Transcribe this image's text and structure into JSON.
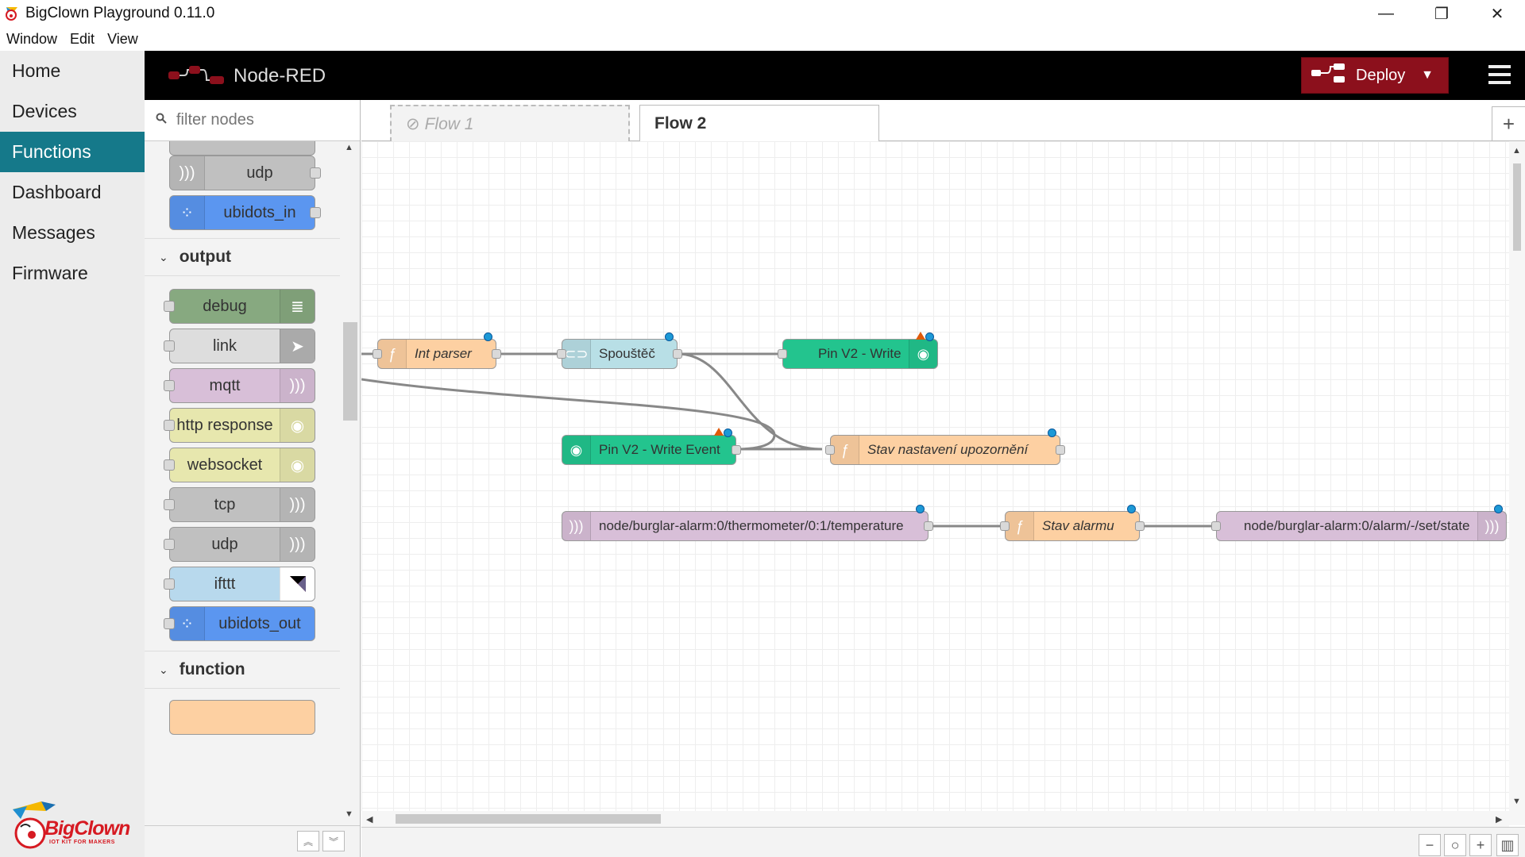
{
  "window": {
    "title": "BigClown Playground 0.11.0",
    "minimize": "—",
    "maximize": "❐",
    "close": "✕"
  },
  "menubar": [
    "Window",
    "Edit",
    "View"
  ],
  "sidebar": {
    "items": [
      {
        "label": "Home",
        "active": false
      },
      {
        "label": "Devices",
        "active": false
      },
      {
        "label": "Functions",
        "active": true
      },
      {
        "label": "Dashboard",
        "active": false
      },
      {
        "label": "Messages",
        "active": false
      },
      {
        "label": "Firmware",
        "active": false
      }
    ],
    "logo_text": "BigClown",
    "logo_sub": "IOT KIT FOR MAKERS"
  },
  "header": {
    "title": "Node-RED",
    "deploy_label": "Deploy"
  },
  "palette": {
    "search_placeholder": "filter nodes",
    "input_nodes": [
      {
        "label": "udp",
        "color": "#c0c0c0",
        "icon": "wave-icon"
      },
      {
        "label": "ubidots_in",
        "color": "#5b96f0",
        "icon": "dots-icon"
      }
    ],
    "categories": {
      "output": "output",
      "function": "function"
    },
    "output_nodes": [
      {
        "label": "debug",
        "color": "#87a980",
        "icon": "list-icon"
      },
      {
        "label": "link",
        "color": "#dddddd",
        "icon": "link-icon"
      },
      {
        "label": "mqtt",
        "color": "#d8bfd8",
        "icon": "wave-icon"
      },
      {
        "label": "http response",
        "color": "#e7e7ae",
        "icon": "globe-icon"
      },
      {
        "label": "websocket",
        "color": "#e7e7ae",
        "icon": "globe-icon"
      },
      {
        "label": "tcp",
        "color": "#c0c0c0",
        "icon": "wave-icon"
      },
      {
        "label": "udp",
        "color": "#c0c0c0",
        "icon": "wave-icon"
      },
      {
        "label": "ifttt",
        "color": "#b8d9ed",
        "icon": "ifttt-icon"
      },
      {
        "label": "ubidots_out",
        "color": "#5b96f0",
        "icon": "dots-icon"
      }
    ]
  },
  "tabs": [
    {
      "label": "Flow 1",
      "disabled": true
    },
    {
      "label": "Flow 2",
      "active": true
    }
  ],
  "flow_nodes": [
    {
      "label": "Int parser",
      "type": "function",
      "color": "#fdd0a2"
    },
    {
      "label": "Spouštěč",
      "type": "switch",
      "color": "#b8dfe6"
    },
    {
      "label": "Pin V2 - Write",
      "type": "blynk",
      "color": "#23c48e"
    },
    {
      "label": "Pin V2 - Write Event",
      "type": "blynk",
      "color": "#23c48e"
    },
    {
      "label": "Stav nastavení upozornění",
      "type": "function",
      "color": "#fdd0a2"
    },
    {
      "label": "node/burglar-alarm:0/thermometer/0:1/temperature",
      "type": "mqtt in",
      "color": "#d8bfd8"
    },
    {
      "label": "Stav alarmu",
      "type": "function",
      "color": "#fdd0a2"
    },
    {
      "label": "node/burglar-alarm:0/alarm/-/set/state",
      "type": "mqtt out",
      "color": "#d8bfd8"
    }
  ],
  "colors": {
    "accent": "#15798a",
    "deploy": "#8c101c"
  }
}
